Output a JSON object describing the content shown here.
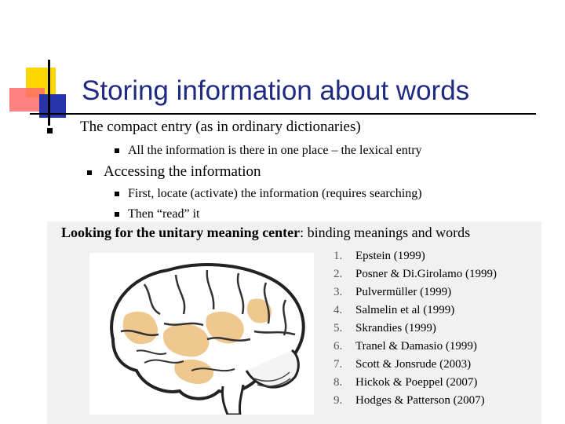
{
  "title": "Storing information about words",
  "bullets": {
    "compact_entry": "The compact entry (as in ordinary dictionaries)",
    "compact_entry_sub": "All the information is there in one place – the lexical entry",
    "accessing": "Accessing the information",
    "accessing_sub1": "First, locate (activate) the information (requires searching)",
    "accessing_sub2": "Then “read” it"
  },
  "panel": {
    "title_bold": "Looking for the unitary meaning center",
    "title_rest": ": binding meanings and words",
    "references": [
      {
        "num": "1.",
        "text": "Epstein (1999)"
      },
      {
        "num": "2.",
        "text": "Posner & Di.Girolamo (1999)"
      },
      {
        "num": "3.",
        "text": "Pulvermüller (1999)"
      },
      {
        "num": "4.",
        "text": "Salmelin et al (1999)"
      },
      {
        "num": "5.",
        "text": "Skrandies (1999)"
      },
      {
        "num": "6.",
        "text": "Tranel & Damasio (1999)"
      },
      {
        "num": "7.",
        "text": "Scott & Jonsrude (2003)"
      },
      {
        "num": "8.",
        "text": "Hickok & Poeppel (2007)"
      },
      {
        "num": "9.",
        "text": "Hodges & Patterson (2007)"
      }
    ]
  },
  "colors": {
    "title": "#1f2a82",
    "deco_yellow": "#ffd700",
    "deco_red": "#ff6b6b",
    "deco_blue": "#2733a8",
    "brain_highlight": "#e8b56a"
  },
  "icons": {
    "brain": "brain-illustration"
  }
}
